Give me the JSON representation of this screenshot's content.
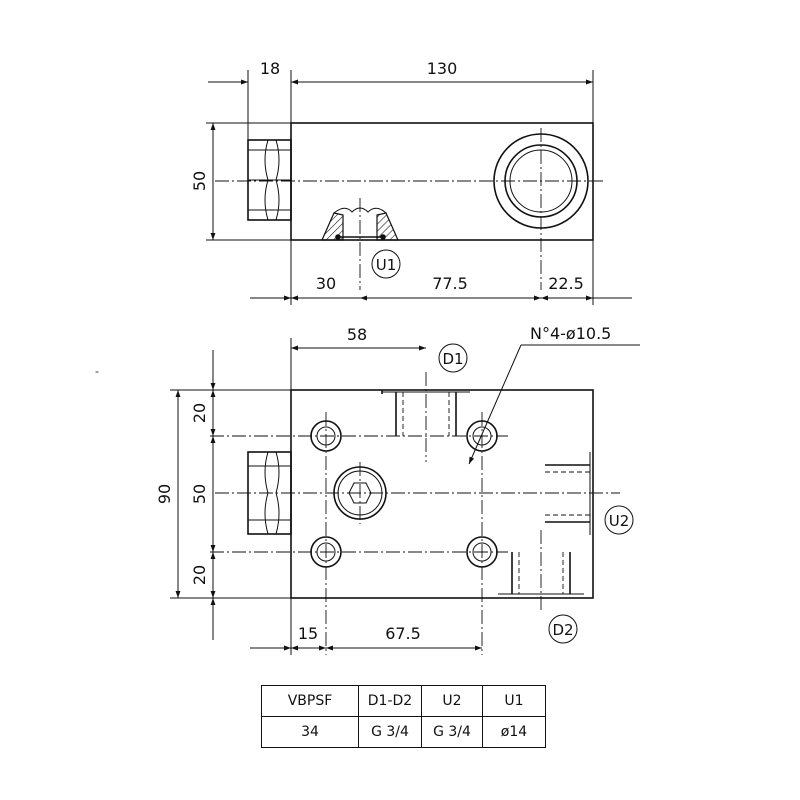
{
  "top_view": {
    "dims": {
      "hex_len": "18",
      "body_len": "130",
      "height": "50",
      "u1_offset": "30",
      "u1_to_u2": "77.5",
      "u2_edge": "22.5"
    },
    "port_tag": "U1"
  },
  "front_view": {
    "dims": {
      "d1_pos": "58",
      "hole_note": "N°4-ø10.5",
      "total_height": "90",
      "hole_top": "20",
      "hole_spacing": "50",
      "hole_bottom": "20",
      "hole_x_offset": "15",
      "hole_x_spacing": "67.5"
    },
    "port_tags": {
      "d1": "D1",
      "u2": "U2",
      "d2": "D2"
    }
  },
  "stray_mark": "-",
  "spec_table": {
    "header": [
      "VBPSF",
      "D1-D2",
      "U2",
      "U1"
    ],
    "row": [
      "34",
      "G 3/4",
      "G 3/4",
      "ø14"
    ]
  }
}
